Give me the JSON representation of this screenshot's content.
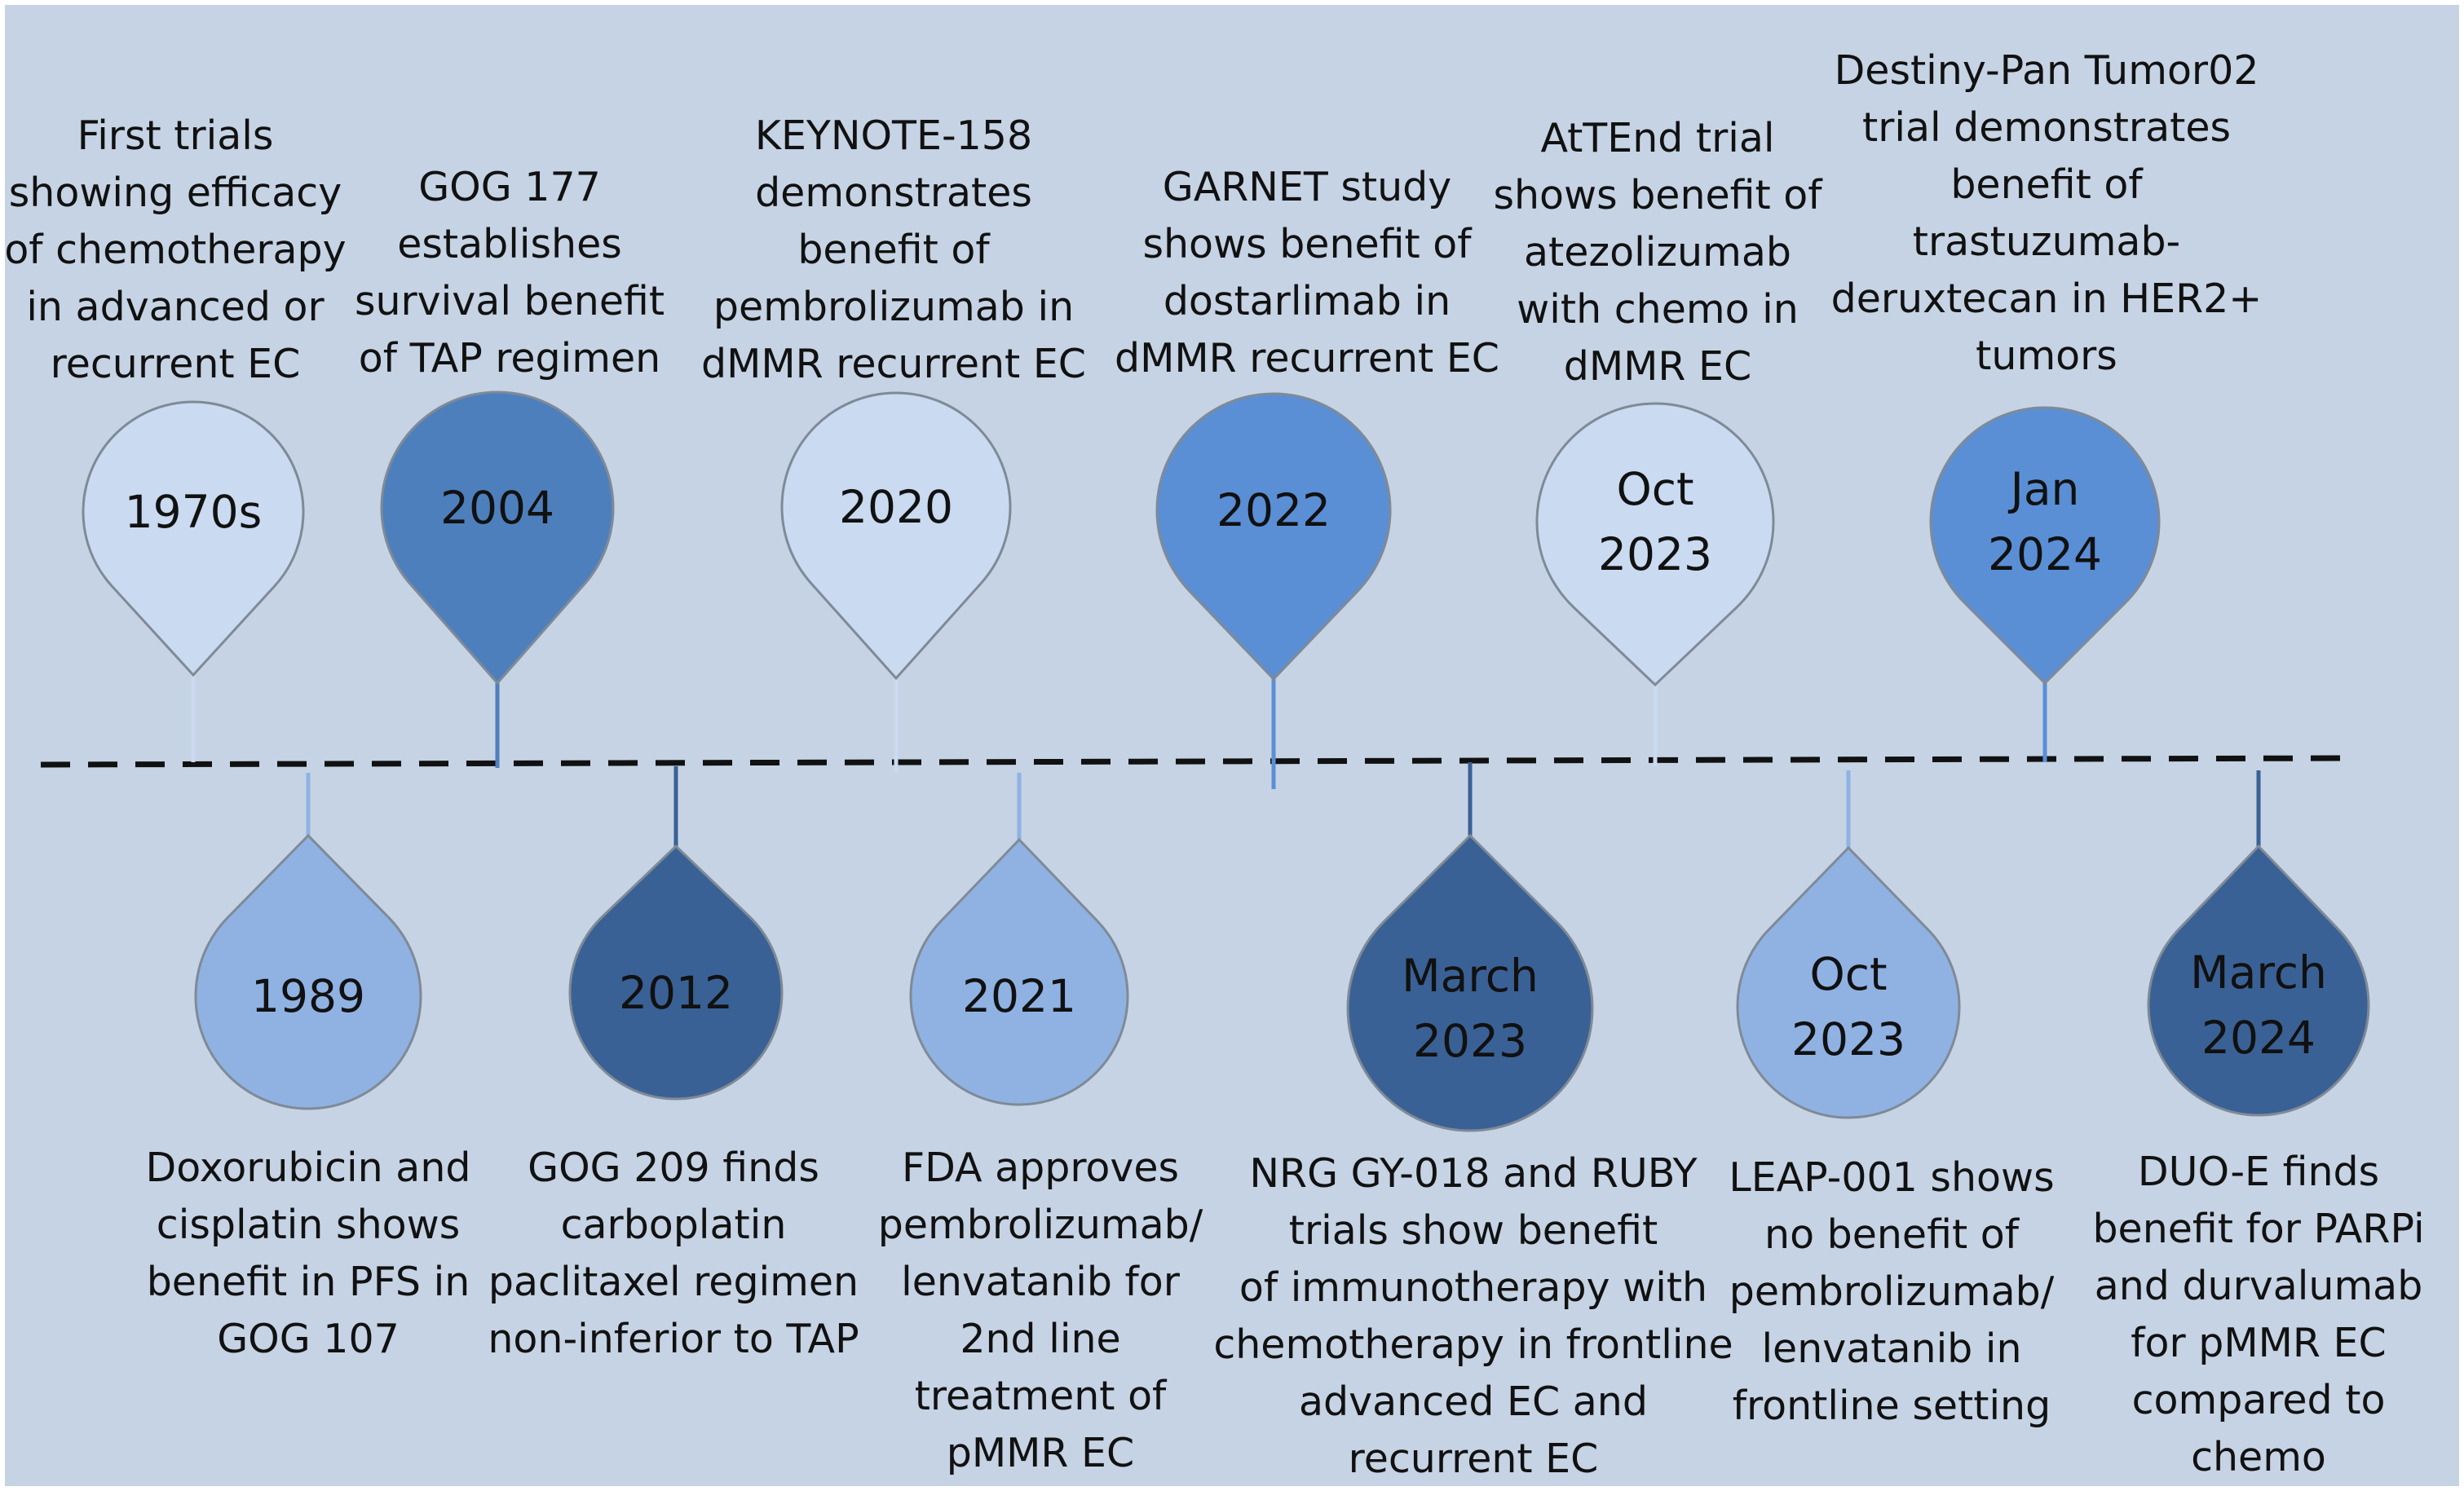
{
  "colors": {
    "background": "#c5d3e4",
    "pale": "#c9daf1",
    "medium": "#4e7fbd",
    "bright": "#5a8fd6",
    "light": "#8fb2e3",
    "dark": "#3a6195",
    "timeline": "#111111"
  },
  "events": [
    {
      "id": "1970s",
      "date_lines": [
        "1970s"
      ],
      "position": "above",
      "color": "pale",
      "desc_lines": [
        "First trials",
        "showing efficacy",
        "of chemotherapy",
        "in advanced or",
        "recurrent EC"
      ]
    },
    {
      "id": "1989",
      "date_lines": [
        "1989"
      ],
      "position": "below",
      "color": "light",
      "desc_lines": [
        "Doxorubicin and",
        "cisplatin shows",
        "benefit in PFS in",
        "GOG 107"
      ]
    },
    {
      "id": "2004",
      "date_lines": [
        "2004"
      ],
      "position": "above",
      "color": "medium",
      "desc_lines": [
        "GOG 177",
        "establishes",
        "survival benefit",
        "of TAP regimen"
      ]
    },
    {
      "id": "2012",
      "date_lines": [
        "2012"
      ],
      "position": "below",
      "color": "dark",
      "desc_lines": [
        "GOG 209 finds",
        "carboplatin",
        "paclitaxel regimen",
        "non-inferior to TAP"
      ]
    },
    {
      "id": "2020",
      "date_lines": [
        "2020"
      ],
      "position": "above",
      "color": "pale",
      "desc_lines": [
        "KEYNOTE-158",
        "demonstrates",
        "benefit of",
        "pembrolizumab in",
        "dMMR recurrent EC"
      ]
    },
    {
      "id": "2021",
      "date_lines": [
        "2021"
      ],
      "position": "below",
      "color": "light",
      "desc_lines": [
        "FDA approves",
        "pembrolizumab/",
        "lenvatanib for",
        "2nd line",
        "treatment of",
        "pMMR EC"
      ]
    },
    {
      "id": "2022",
      "date_lines": [
        "2022"
      ],
      "position": "above",
      "color": "bright",
      "desc_lines": [
        "GARNET study",
        "shows benefit of",
        "dostarlimab in",
        "dMMR recurrent EC"
      ]
    },
    {
      "id": "march-2023",
      "date_lines": [
        "March",
        "2023"
      ],
      "position": "below",
      "color": "dark",
      "desc_lines": [
        "NRG GY-018 and RUBY",
        "trials show benefit",
        "of immunotherapy with",
        "chemotherapy in frontline",
        "advanced EC and",
        "recurrent EC"
      ]
    },
    {
      "id": "oct-2023-attend",
      "date_lines": [
        "Oct",
        "2023"
      ],
      "position": "above",
      "color": "pale",
      "desc_lines": [
        "AtTEnd trial",
        "shows benefit of",
        "atezolizumab",
        "with chemo in",
        "dMMR EC"
      ]
    },
    {
      "id": "oct-2023-leap",
      "date_lines": [
        "Oct",
        "2023"
      ],
      "position": "below",
      "color": "light",
      "desc_lines": [
        "LEAP-001 shows",
        "no benefit of",
        "pembrolizumab/",
        "lenvatanib in",
        "frontline setting"
      ]
    },
    {
      "id": "jan-2024",
      "date_lines": [
        "Jan",
        "2024"
      ],
      "position": "above",
      "color": "bright",
      "desc_lines": [
        "Destiny-Pan Tumor02",
        "trial demonstrates",
        "benefit of",
        "trastuzumab-",
        "deruxtecan in HER2+",
        "tumors"
      ]
    },
    {
      "id": "march-2024",
      "date_lines": [
        "March",
        "2024"
      ],
      "position": "below",
      "color": "dark",
      "desc_lines": [
        "DUO-E finds",
        "benefit for PARPi",
        "and durvalumab",
        "for pMMR EC",
        "compared to",
        "chemo"
      ]
    }
  ]
}
